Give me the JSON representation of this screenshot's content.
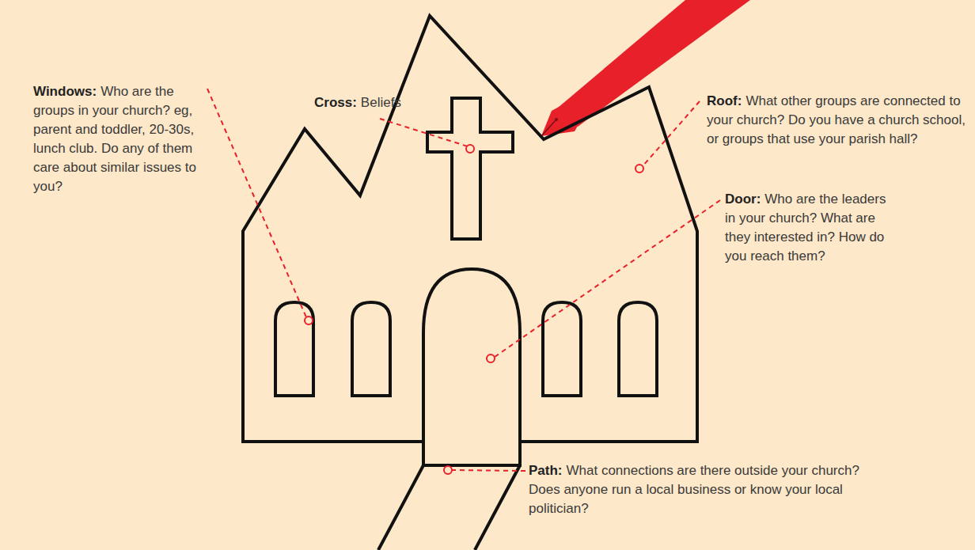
{
  "diagram": {
    "labels": [
      "Windows:",
      "Who are the groups in your church? eg, parent and toddler, 20-30s, lunch club. Do any of them care about similar issues to you?",
      "Cross:",
      "Beliefs",
      "Roof:",
      "What other groups are connected to your church? Do you have a church school, or groups that use your parish hall?",
      "Door:",
      "Who are the leaders in your church? What are they interested in? How do you reach them?",
      "Path:",
      "What connections are there outside your church? Does anyone run a local business or know your local politician?"
    ]
  }
}
